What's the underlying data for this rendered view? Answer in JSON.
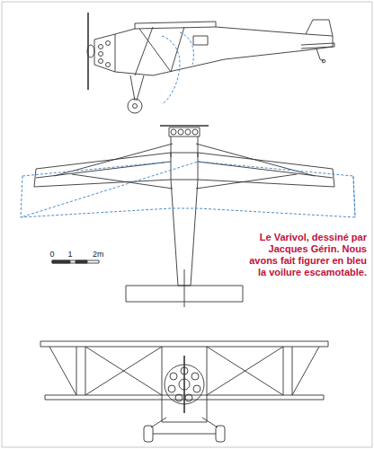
{
  "diagram": {
    "caption": "Le Varivol, dessiné par Jacques Gérin. Nous avons fait figurer en bleu la voilure escamotable.",
    "labels": [
      "0",
      "1",
      "2m"
    ]
  }
}
